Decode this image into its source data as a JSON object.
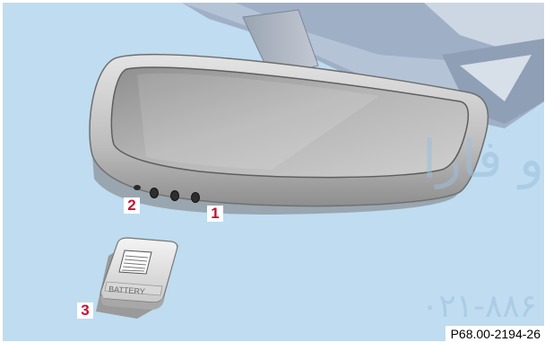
{
  "callouts": {
    "one": "1",
    "two": "2",
    "three": "3"
  },
  "battery_label": "BATTERY",
  "reference_code": "P68.00-2194-26",
  "watermark": {
    "top": "و فارا",
    "bottom": "۰۲۱-۸۸۶"
  },
  "colors": {
    "background": "#bfdcf0",
    "callout_text": "#c8102e",
    "mirror_housing": "#c8c8c8",
    "mirror_glass": "#a8a8a8"
  },
  "icons": {
    "battery_cell": "battery-keypad-icon"
  }
}
